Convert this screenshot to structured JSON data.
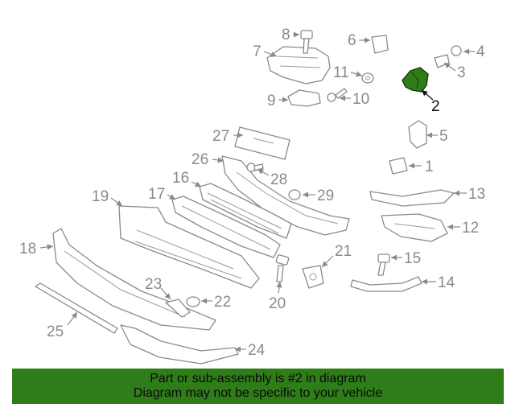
{
  "diagram": {
    "highlighted_part": "2",
    "highlight_color": "#2e7d19",
    "callouts": [
      "1",
      "2",
      "3",
      "4",
      "5",
      "6",
      "7",
      "8",
      "9",
      "10",
      "11",
      "12",
      "13",
      "14",
      "15",
      "16",
      "17",
      "18",
      "19",
      "20",
      "21",
      "22",
      "23",
      "24",
      "25",
      "26",
      "27",
      "28",
      "29"
    ]
  },
  "banner": {
    "line1": "Part or sub-assembly is #2 in diagram",
    "line2": "Diagram may not be specific to your vehicle",
    "background": "#2e7d19"
  }
}
